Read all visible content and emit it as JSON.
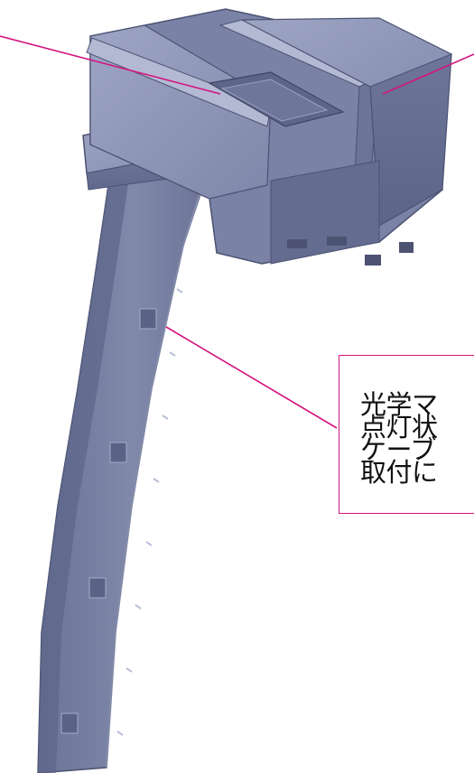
{
  "figure": {
    "type": "3d-part-rendering-with-callouts",
    "colors": {
      "part_base": "#7880a4",
      "part_light": "#a4abc8",
      "part_dark": "#4c5272",
      "leader": "#d4147f",
      "box_border": "#d4147f"
    },
    "callouts": [
      {
        "id": "left-window",
        "text_lines": []
      },
      {
        "id": "right-housing",
        "text_lines": []
      },
      {
        "id": "arm",
        "text_lines": [
          "光学マ",
          "点灯状",
          "ケーブ",
          "取付に"
        ]
      }
    ]
  }
}
